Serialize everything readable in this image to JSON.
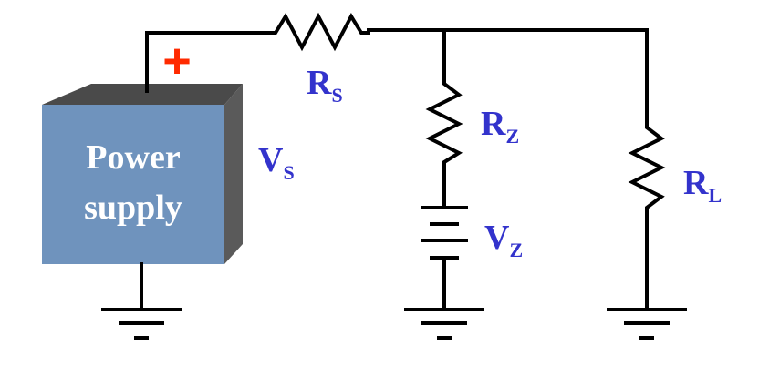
{
  "power_supply": {
    "line1": "Power",
    "line2": "supply",
    "plus_symbol": "+",
    "front_color": "#6f93bd",
    "top_color": "#4a4a4a",
    "side_color": "#5a5a5a",
    "plus_color": "#ff2a00"
  },
  "labels": {
    "vs": {
      "main": "V",
      "sub": "S"
    },
    "rs": {
      "main": "R",
      "sub": "S"
    },
    "rz": {
      "main": "R",
      "sub": "Z"
    },
    "vz": {
      "main": "V",
      "sub": "Z"
    },
    "rl": {
      "main": "R",
      "sub": "L"
    },
    "label_color": "#3333cc"
  }
}
